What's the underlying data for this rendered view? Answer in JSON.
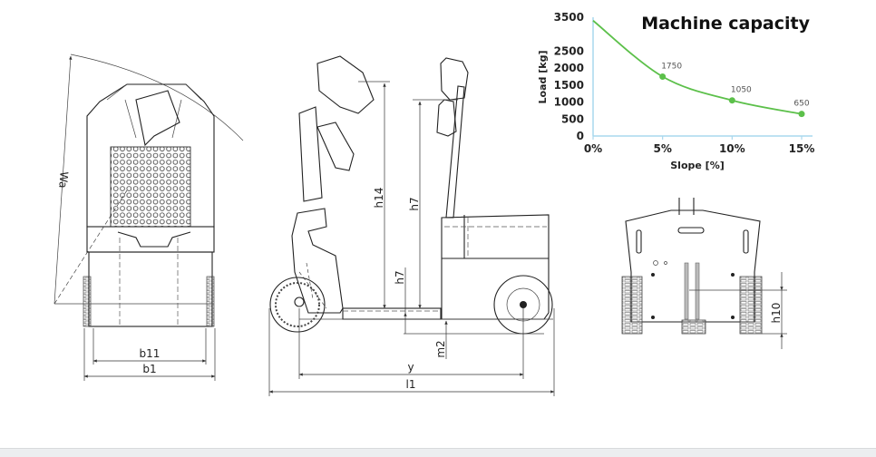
{
  "diagram": {
    "front_view": {
      "labels": {
        "wa": "Wa",
        "b11": "b11",
        "b1": "b1"
      }
    },
    "side_view": {
      "labels": {
        "h14": "h14",
        "h7_upper": "h7",
        "h7_lower": "h7",
        "m2": "m2",
        "y": "y",
        "l1": "l1"
      }
    },
    "rear_view": {
      "labels": {
        "h10": "h10"
      }
    }
  },
  "chart_data": {
    "type": "line",
    "title": "Machine capacity",
    "xlabel": "Slope [%]",
    "ylabel": "Load [kg]",
    "x": [
      0,
      5,
      10,
      15
    ],
    "x_tick_labels": [
      "0%",
      "5%",
      "10%",
      "15%"
    ],
    "series": [
      {
        "name": "Load",
        "values": [
          3400,
          1750,
          1050,
          650
        ],
        "color": "#5cc04a"
      }
    ],
    "data_labels": [
      {
        "x": 5,
        "text": "1750"
      },
      {
        "x": 10,
        "text": "1050"
      },
      {
        "x": 15,
        "text": "650"
      }
    ],
    "y_ticks": [
      0,
      500,
      1000,
      1500,
      2000,
      2500,
      3500
    ],
    "y_tick_labels": [
      "0",
      "500",
      "1000",
      "1500",
      "2000",
      "2500",
      "3500"
    ],
    "ylim": [
      0,
      3500
    ],
    "xlim": [
      0,
      15
    ],
    "grid": false,
    "axis_color": "#a9d8ee"
  }
}
